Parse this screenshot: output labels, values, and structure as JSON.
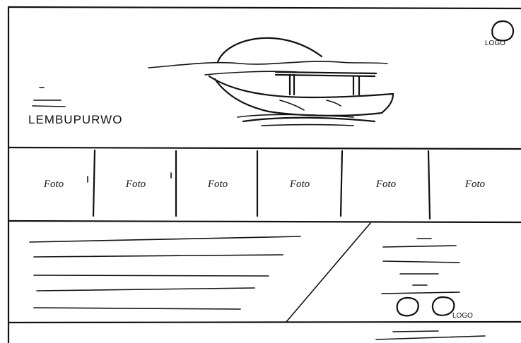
{
  "hero": {
    "title": "LEMBUPURWO",
    "logo_label": "LOGO",
    "logo_icon": "circle-logo-icon",
    "illustration_icon": "boat-sunset-icon"
  },
  "gallery": {
    "items": [
      {
        "label": "Foto"
      },
      {
        "label": "Foto"
      },
      {
        "label": "Foto"
      },
      {
        "label": "Foto"
      },
      {
        "label": "Foto"
      },
      {
        "label": "Foto"
      }
    ]
  },
  "content": {
    "footer_logo_label": "LOGO",
    "footer_logo_icons": [
      "circle-logo-icon",
      "circle-logo-icon"
    ]
  }
}
